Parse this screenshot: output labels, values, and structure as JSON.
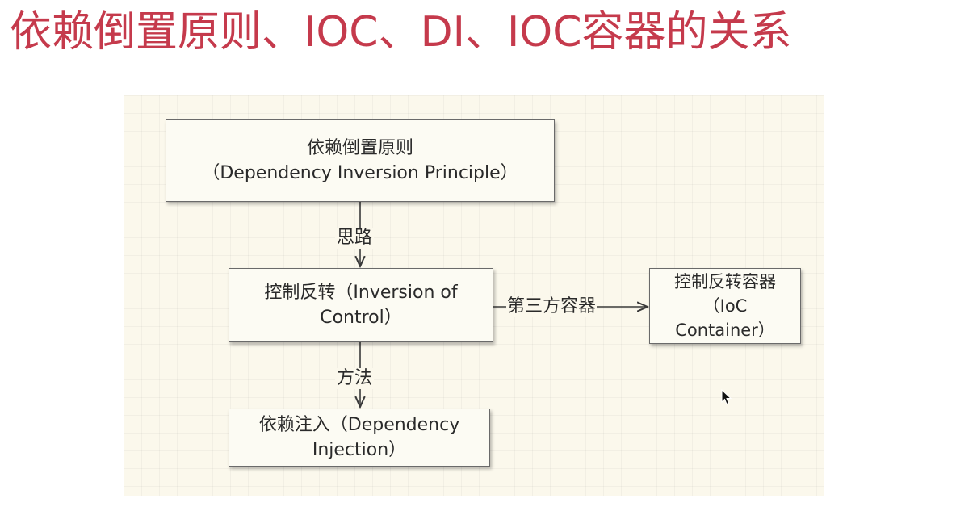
{
  "title": "依赖倒置原则、IOC、DI、IOC容器的关系",
  "colors": {
    "title": "#c53a4c",
    "canvas_bg": "#fbf8ec",
    "box_border": "#6a6a6a",
    "text": "#2a2a2a"
  },
  "nodes": {
    "dip": {
      "line1": "依赖倒置原则",
      "line2": "（Dependency Inversion Principle）"
    },
    "ioc": {
      "line1": "控制反转（Inversion of",
      "line2": "Control）"
    },
    "di": {
      "line1": "依赖注入（Dependency",
      "line2": "Injection）"
    },
    "ioc_container": {
      "line1": "控制反转容器",
      "line2": "（IoC",
      "line3": "Container）"
    }
  },
  "edges": {
    "dip_to_ioc": "思路",
    "ioc_to_di": "方法",
    "ioc_to_container": "第三方容器"
  },
  "icons": {
    "cursor": "mouse-pointer-icon"
  }
}
